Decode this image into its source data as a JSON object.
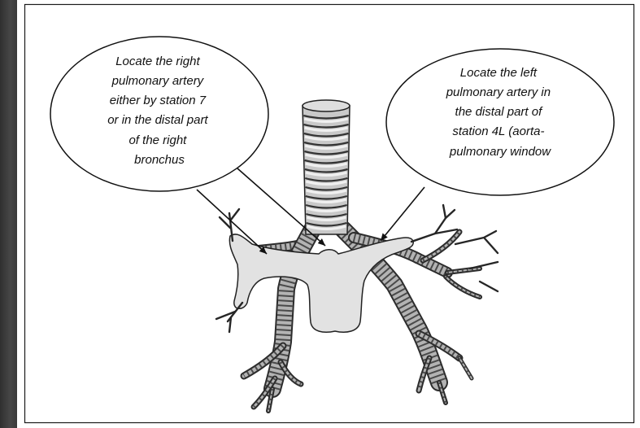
{
  "callouts": {
    "left": {
      "lines": [
        "Locate the right",
        "pulmonary artery",
        "either by station 7",
        "or in  the distal part",
        "of the right",
        "bronchus"
      ]
    },
    "right": {
      "lines": [
        "Locate the left",
        "pulmonary artery in",
        "the distal part of",
        "station 4L (aorta-",
        "pulmonary window"
      ]
    }
  },
  "colors": {
    "edge_strip": "#3c3c3c",
    "frame_border": "#1a1a1a",
    "artery_fill": "#e2e2e2",
    "trachea_fill": "#c9c9c9",
    "outline": "#222222"
  }
}
